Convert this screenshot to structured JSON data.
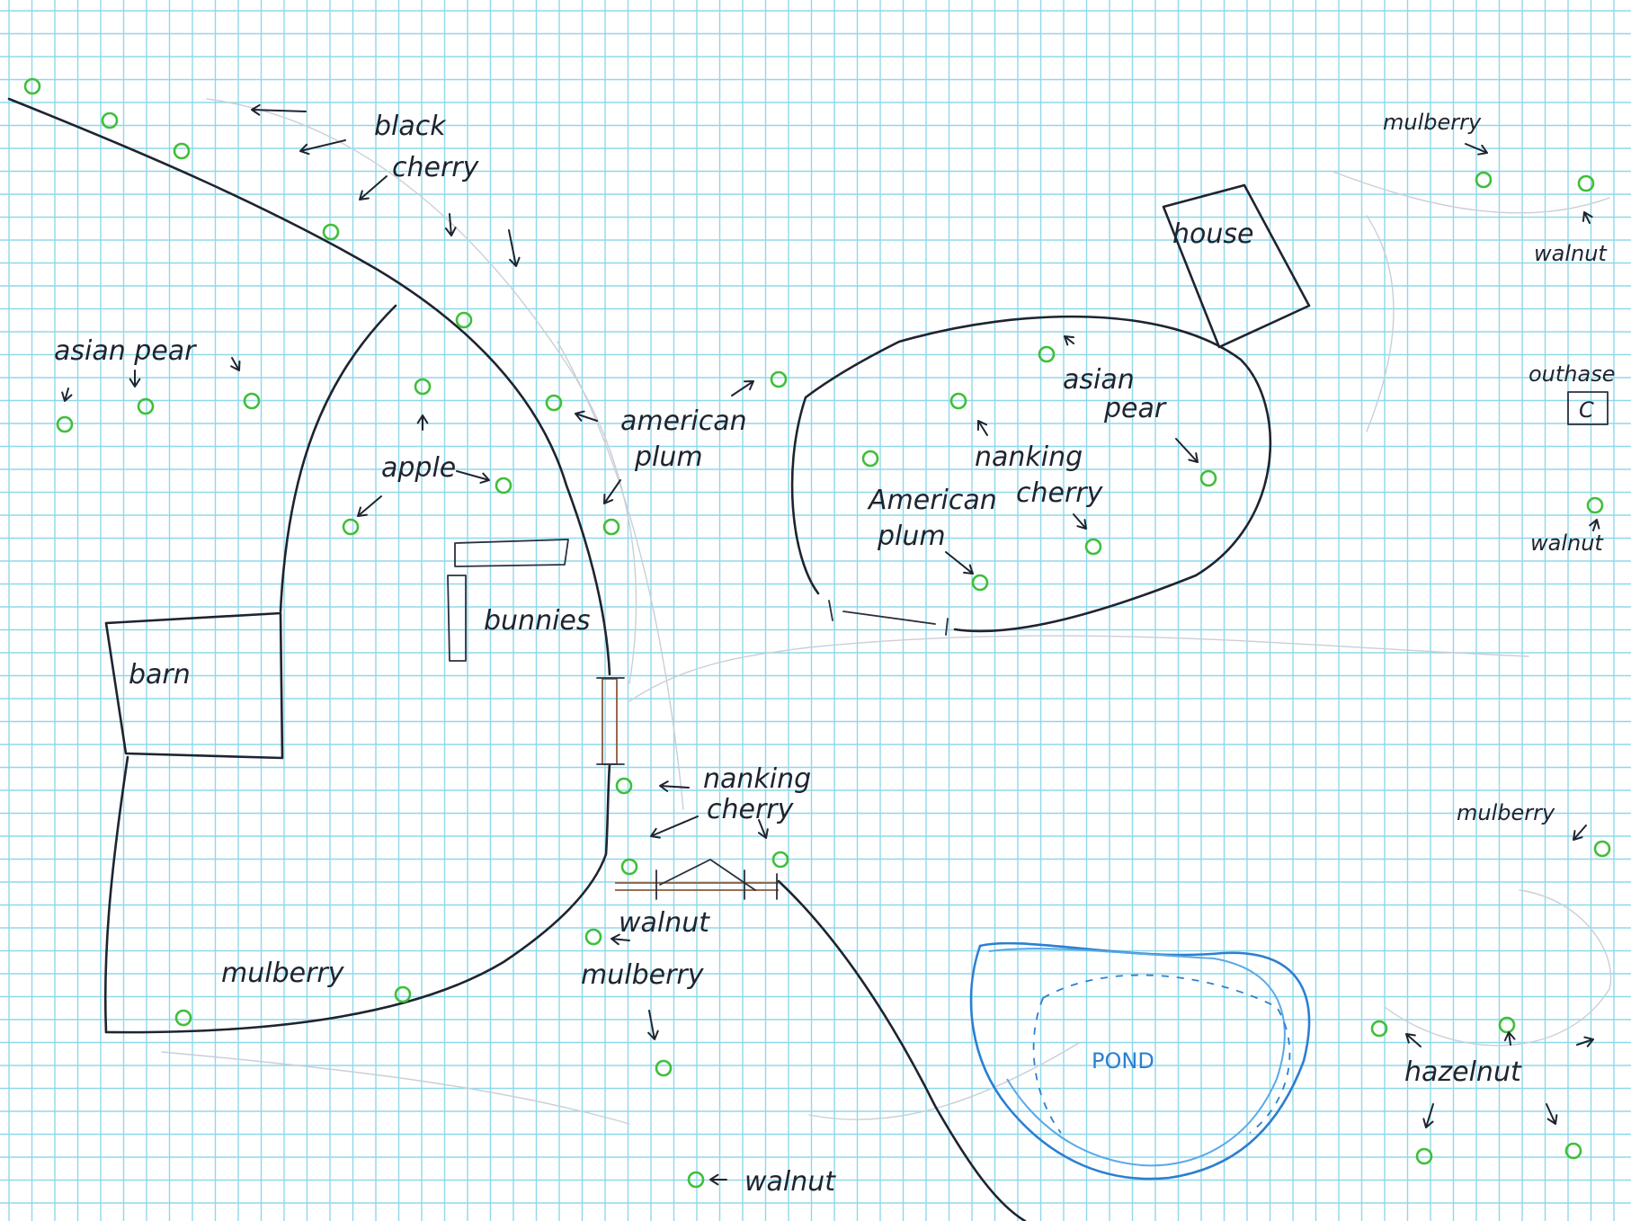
{
  "structures": {
    "house": "house",
    "barn": "barn",
    "bunnies": "bunnies",
    "outhouse": "outhase",
    "outhouse_symbol": "C",
    "pond": "POND"
  },
  "labels": {
    "black_cherry_1": "black",
    "black_cherry_2": "cherry",
    "asian_pear_left": "asian pear",
    "apple": "apple",
    "american_plum_1": "american",
    "american_plum_2": "plum",
    "asian_pear_yard_1": "asian",
    "asian_pear_yard_2": "pear",
    "nanking_yard_1": "nanking",
    "nanking_yard_2": "cherry",
    "american_plum_yard_1": "American",
    "american_plum_yard_2": "plum",
    "mulberry_top_right": "mulberry",
    "walnut_right_1": "walnut",
    "walnut_right_2": "walnut",
    "mulberry_right": "mulberry",
    "nanking_gate_1": "nanking",
    "nanking_gate_2": "cherry",
    "walnut_gate": "walnut",
    "mulberry_gate": "mulberry",
    "mulberry_left": "mulberry",
    "walnut_bottom": "walnut",
    "hazelnut": "hazelnut"
  },
  "colors": {
    "grid": "#8fd8ea",
    "ink": "#1e2430",
    "tree": "#3fbf3a",
    "pond": "#2c7fd0"
  }
}
